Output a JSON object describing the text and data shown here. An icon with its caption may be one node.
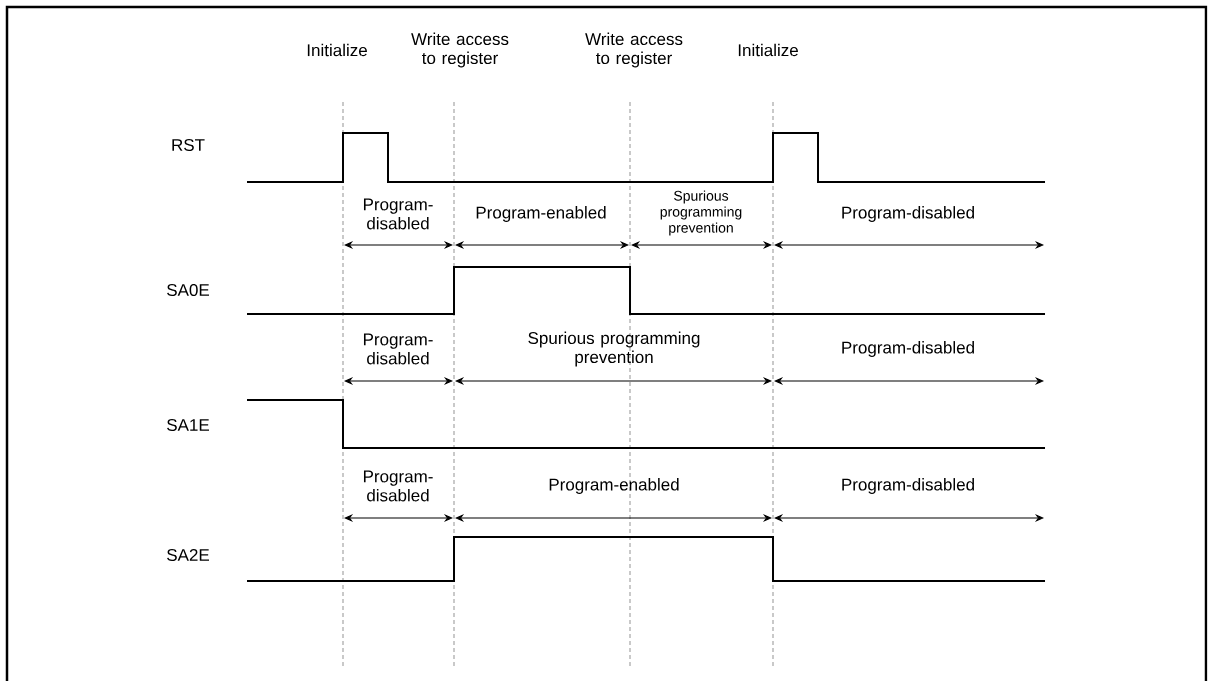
{
  "diagram": {
    "labels": [
      "Initialize",
      "Write access to register",
      "Write access to register",
      "Initialize",
      "RST",
      "Program-disabled",
      "Program-enabled",
      "Spurious programming prevention",
      "Program-disabled",
      "SA0E",
      "Program-disabled",
      "Spurious programming prevention",
      "Program-disabled",
      "SA1E",
      "Program-disabled",
      "Program-enabled",
      "Program-disabled",
      "SA2E"
    ]
  }
}
